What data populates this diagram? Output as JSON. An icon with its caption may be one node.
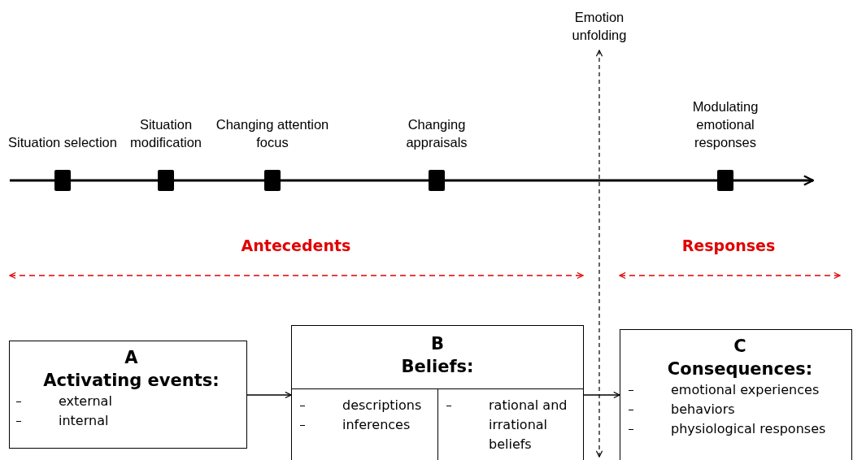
{
  "diagram": {
    "nodes": [
      {
        "text": [
          "Situation selection"
        ]
      },
      {
        "text": [
          "Situation modification"
        ]
      },
      {
        "text": [
          "Changing attention focus"
        ]
      },
      {
        "text": [
          "Changing appraisals"
        ]
      },
      {
        "text": [
          "Modulating emotional responses"
        ]
      },
      {
        "text": [
          "A",
          "Activating events:",
          "external",
          "internal"
        ]
      },
      {
        "text": [
          "B",
          "Beliefs:"
        ]
      },
      {
        "text": [
          "descriptions",
          "inferences"
        ],
        "in": 6
      },
      {
        "text": [
          "rational and irrational beliefs"
        ],
        "in": 6
      },
      {
        "text": [
          "C",
          "Consequences:",
          "emotional experiences",
          "behaviors",
          "physiological responses"
        ]
      }
    ],
    "edges": [
      {
        "from": 5,
        "to": 6,
        "arrow": "to"
      },
      {
        "from": 6,
        "to": 9,
        "arrow": "to"
      }
    ],
    "labels": [
      "Emotion unfolding",
      "Antecedents",
      "Responses"
    ]
  }
}
